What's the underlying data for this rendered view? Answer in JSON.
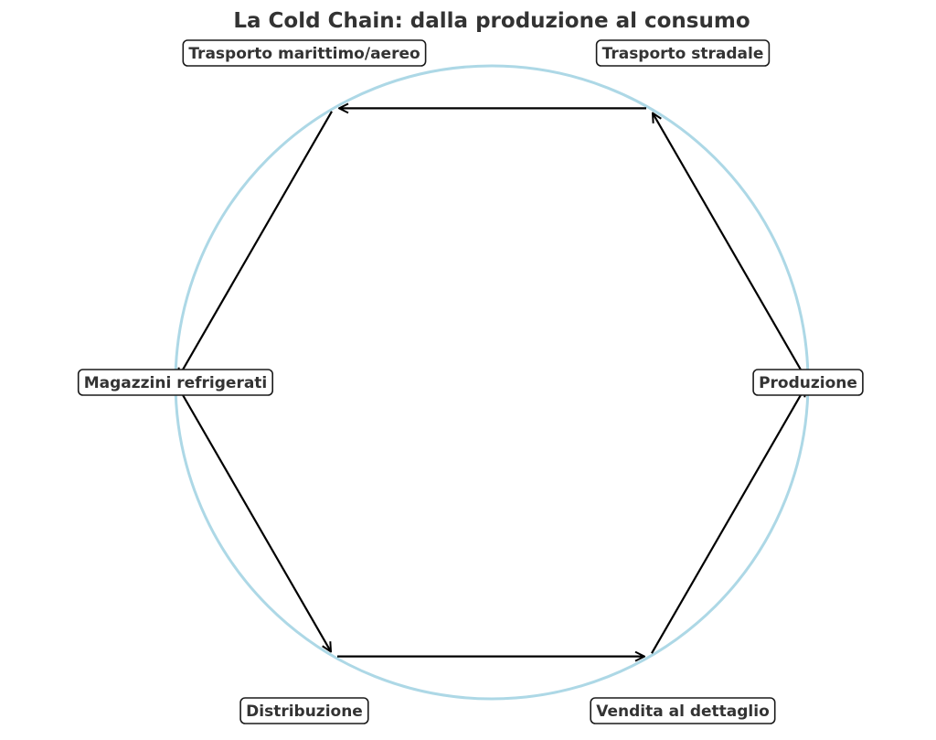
{
  "title": "La Cold Chain: dalla produzione al consumo",
  "colors": {
    "ring": "#add8e6",
    "arrow": "#000000",
    "text": "#333333"
  },
  "stages": [
    {
      "id": "produzione",
      "label": "Produzione"
    },
    {
      "id": "trasporto-stradale",
      "label": "Trasporto stradale"
    },
    {
      "id": "trasporto-marittimo-aereo",
      "label": "Trasporto marittimo/aereo"
    },
    {
      "id": "magazzini-refrigerati",
      "label": "Magazzini refrigerati"
    },
    {
      "id": "distribuzione",
      "label": "Distribuzione"
    },
    {
      "id": "vendita-al-dettaglio",
      "label": "Vendita al dettaglio"
    }
  ],
  "flows": [
    {
      "from": "produzione",
      "to": "trasporto-stradale"
    },
    {
      "from": "trasporto-stradale",
      "to": "trasporto-marittimo-aereo"
    },
    {
      "from": "trasporto-marittimo-aereo",
      "to": "magazzini-refrigerati"
    },
    {
      "from": "magazzini-refrigerati",
      "to": "distribuzione"
    },
    {
      "from": "distribuzione",
      "to": "vendita-al-dettaglio"
    },
    {
      "from": "vendita-al-dettaglio",
      "to": "produzione"
    }
  ]
}
